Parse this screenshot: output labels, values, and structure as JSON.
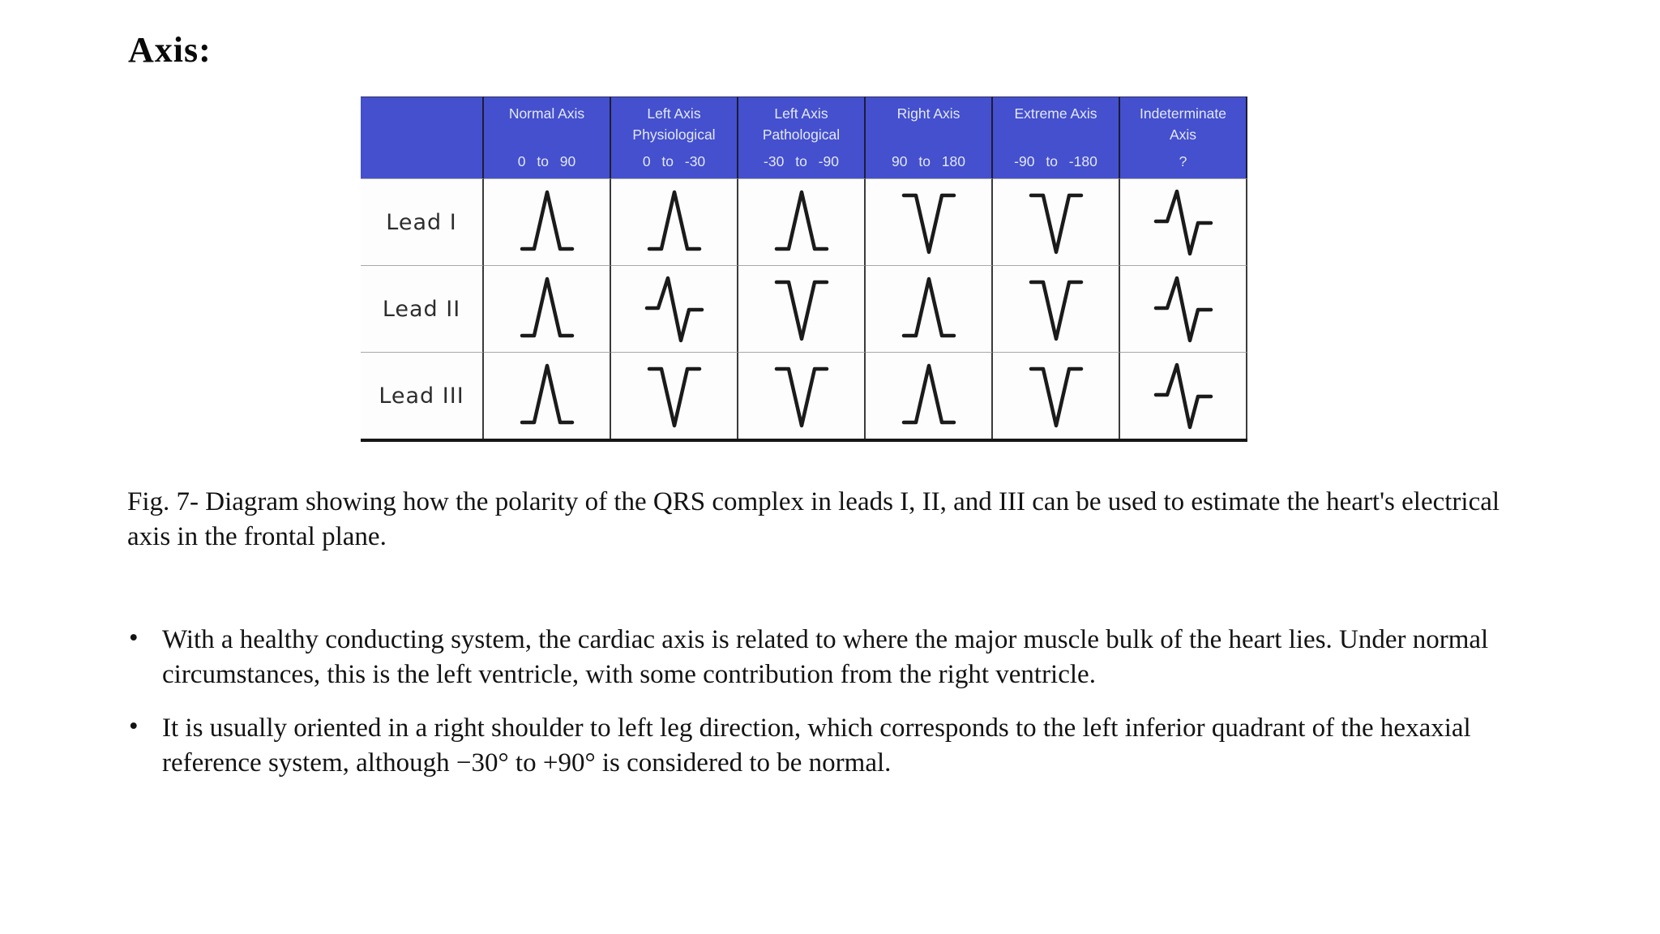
{
  "page": {
    "title": "Axis:"
  },
  "figure": {
    "table": {
      "header_bg": "#4450cd",
      "header_text_color": "#e3e7f8",
      "columns": [
        {
          "line1": "Normal Axis",
          "line2": "",
          "range": "0 to 90"
        },
        {
          "line1": "Left Axis",
          "line2": "Physiological",
          "range": "0 to -30"
        },
        {
          "line1": "Left Axis",
          "line2": "Pathological",
          "range": "-30 to -90"
        },
        {
          "line1": "Right Axis",
          "line2": "",
          "range": "90 to 180"
        },
        {
          "line1": "Extreme Axis",
          "line2": "",
          "range": "-90 to -180"
        },
        {
          "line1": "Indeterminate",
          "line2": "Axis",
          "range": "?"
        }
      ],
      "rows": [
        {
          "label": "Lead I",
          "waveforms": [
            "up",
            "up",
            "up",
            "down",
            "down",
            "biphasic"
          ]
        },
        {
          "label": "Lead II",
          "waveforms": [
            "up",
            "biphasic",
            "down",
            "up",
            "down",
            "biphasic"
          ]
        },
        {
          "label": "Lead III",
          "waveforms": [
            "up",
            "down",
            "down",
            "up",
            "down",
            "biphasic"
          ]
        }
      ]
    },
    "caption": "Fig. 7- Diagram showing how the polarity of the QRS complex in leads I, II, and III can be used to estimate the heart's electrical axis in the frontal plane."
  },
  "bullet_marker": "•",
  "bullets": [
    "With a healthy conducting system, the cardiac axis is related to where the major muscle bulk of the heart lies. Under normal circumstances, this is the left ventricle, with some contribution from the right ventricle.",
    "It is usually oriented in a right shoulder to left leg direction, which corresponds to the left inferior quadrant of the hexaxial reference system, although −30° to +90° is considered to be normal."
  ]
}
